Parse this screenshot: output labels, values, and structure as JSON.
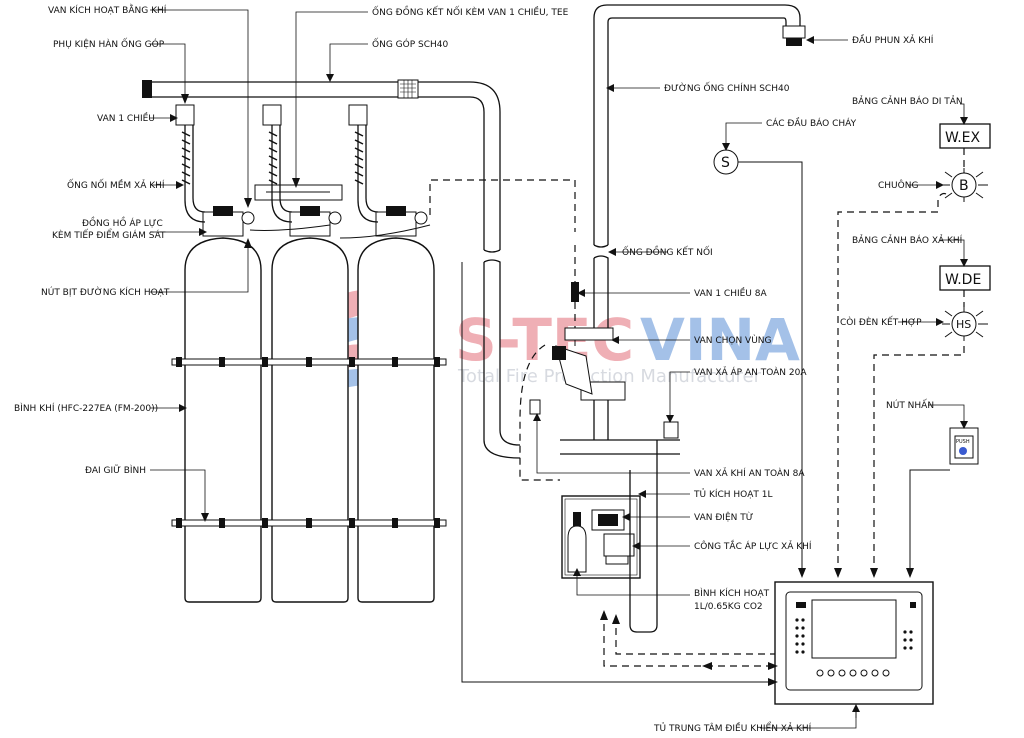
{
  "labels": {
    "van_kich_hoat": "VAN KÍCH HOẠT BẰNG KHÍ",
    "phu_kien_han": "PHỤ KIỆN HÀN ỐNG GÓP",
    "van_1_chieu": "VAN 1 CHIỀU",
    "ong_noi_mem": "ỐNG NỐI MỀM XẢ KHÍ",
    "dong_ho_1": "ĐỒNG HỒ ÁP LỰC",
    "dong_ho_2": "KÈM TIẾP ĐIỂM GIÁM SÁT",
    "nut_bit": "NÚT BỊT ĐƯỜNG KÍCH HOẠT",
    "binh_khi": "BÌNH KHÍ (HFC-227EA (FM-200))",
    "dai_giu": "ĐAI GIỮ BÌNH",
    "ong_dong_tee": "ỐNG ĐỒNG KẾT NỐI KÈM VAN 1 CHIỀU, TEE",
    "ong_gop": "ỐNG GÓP SCH40",
    "duong_ong_chinh": "ĐƯỜNG ỐNG CHÍNH SCH40",
    "dau_phun": "ĐẦU PHUN XẢ KHÍ",
    "cac_dau_bao": "CÁC ĐẦU BÁO CHÁY",
    "ong_dong_ket_noi": "ỐNG ĐỒNG KẾT NỐI",
    "van_1_chieu_8a": "VAN 1 CHIỀU 8A",
    "van_chon_vung": "VAN CHỌN VÙNG",
    "van_xa_ap": "VAN XẢ ÁP AN TOÀN 20A",
    "van_xa_khi": "VAN XẢ KHÍ AN TOÀN 8A",
    "tu_kich_hoat": "TỦ KÍCH HOẠT 1L",
    "van_dien_tu": "VAN ĐIỆN TỪ",
    "cong_tac": "CÔNG TẮC ÁP LỰC XẢ KHÍ",
    "binh_kich_hoat_1": "BÌNH KÍCH HOẠT",
    "binh_kich_hoat_2": "1L/0.65KG CO2",
    "bang_di_tan": "BẢNG CẢNH BÁO DI TẢN",
    "chuong": "CHUÔNG",
    "bang_xa_khi": "BẢNG CẢNH BÁO XẢ KHÍ",
    "coi_den": "CÒI ĐÈN KẾT HỢP",
    "nut_nhan": "NÚT NHẤN",
    "tu_trung_tam": "TỦ TRUNG TÂM ĐIỀU KHIỂN XẢ KHÍ"
  },
  "symbols": {
    "wex": "W.EX",
    "wde": "W.DE",
    "detector": "S",
    "bell": "B",
    "horn_strobe": "HS",
    "push": "PUSH"
  },
  "watermark": {
    "brand_a": "S-TEC",
    "brand_b": "VINA",
    "tagline": "Total Fire Protection Manufacturer",
    "color_red": "#e36f7a",
    "color_blue": "#5b8fd6"
  }
}
